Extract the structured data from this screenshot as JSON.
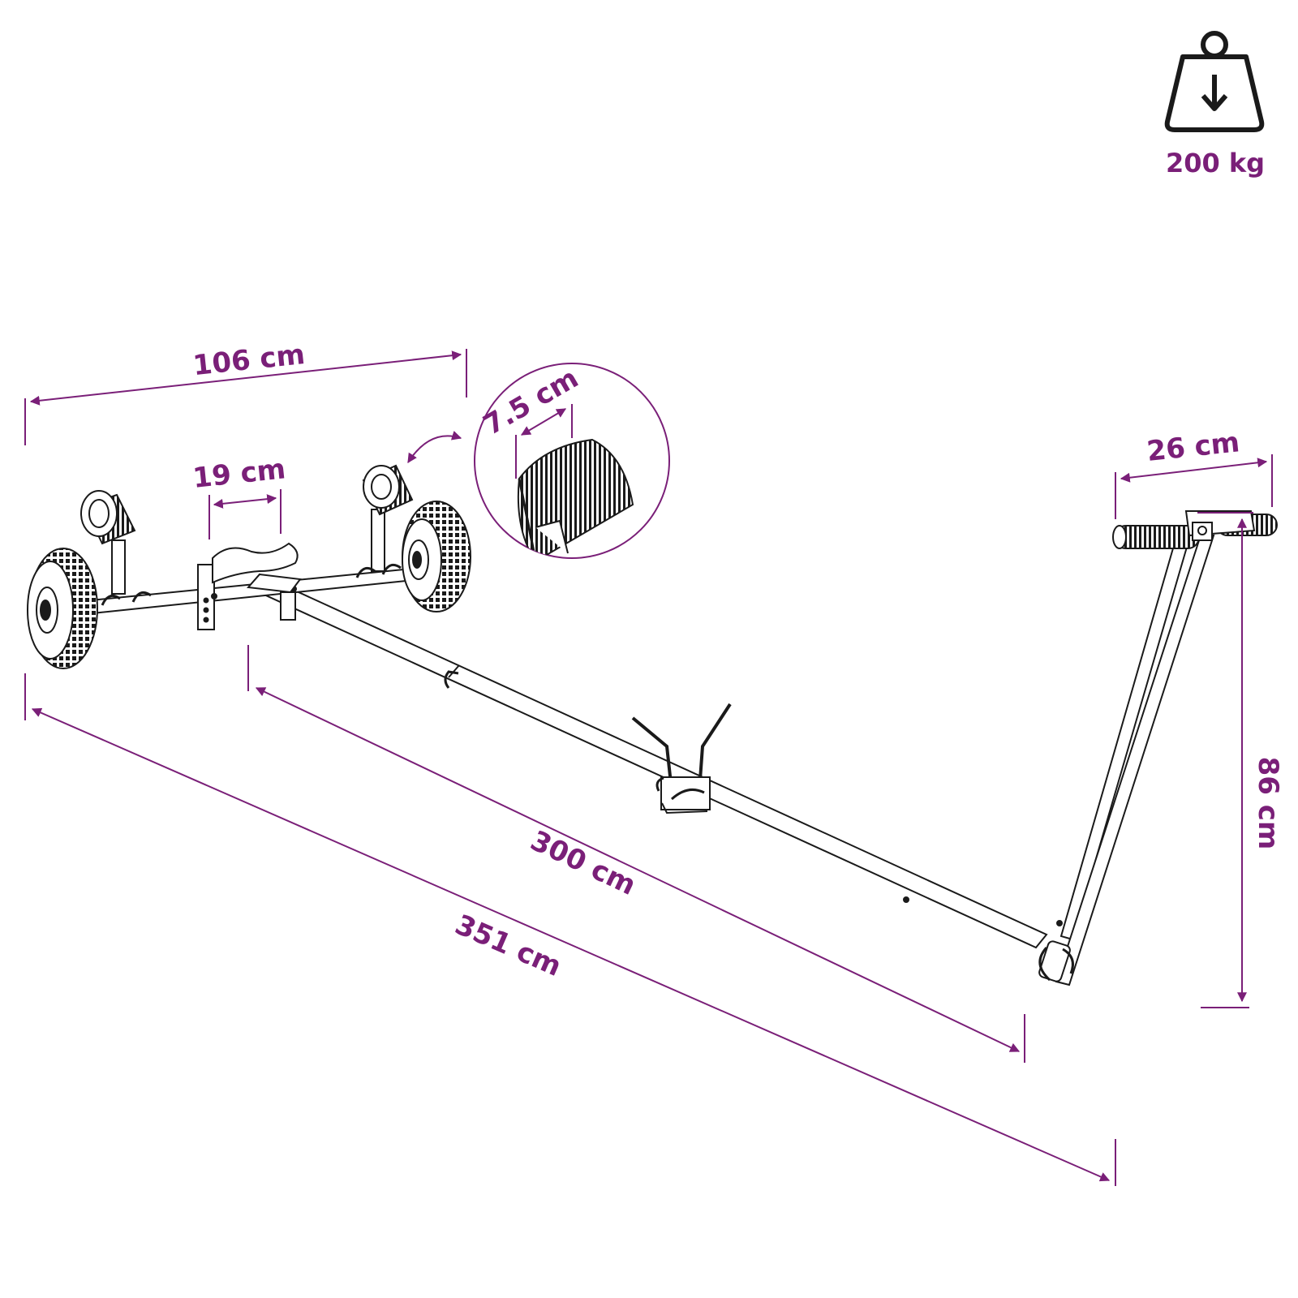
{
  "accent_color": "#7a1f78",
  "line_color": "#1a1a1a",
  "weight": {
    "icon": "weight-icon",
    "label": "200 kg"
  },
  "dimensions": {
    "axle_width": "106 cm",
    "roller_spacing": "19 cm",
    "roller_width": "7.5 cm",
    "handle_width": "26 cm",
    "handle_height": "86 cm",
    "drawbar_length": "300 cm",
    "total_length": "351 cm"
  }
}
